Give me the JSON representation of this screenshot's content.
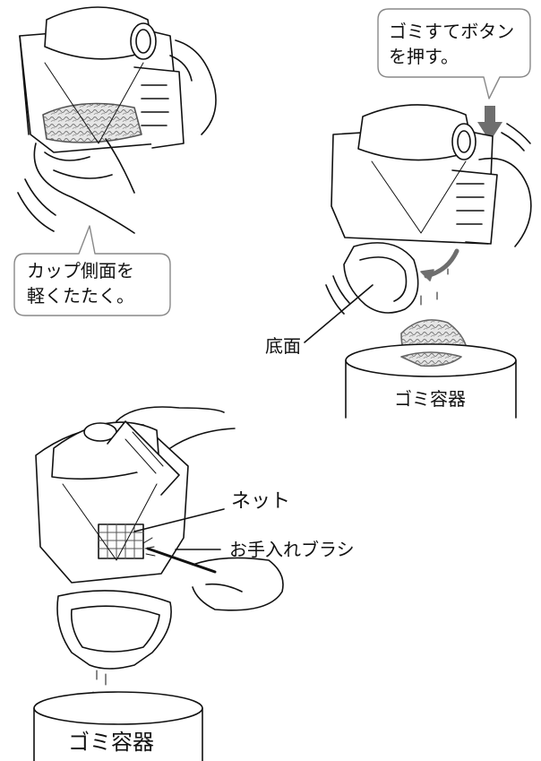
{
  "callouts": {
    "tap_side": [
      "カップ側面を",
      "軽くたたく。"
    ],
    "press_button": [
      "ゴミすてボタン",
      "を押す。"
    ]
  },
  "labels": {
    "bottom": "底面",
    "net": "ネット",
    "brush": "お手入れブラシ"
  },
  "bins": {
    "top": "ゴミ容器",
    "bottom": "ゴミ容器"
  },
  "colors": {
    "line": "#111111",
    "dust": "#9a9a9a",
    "arrow": "#6e6e6e"
  }
}
